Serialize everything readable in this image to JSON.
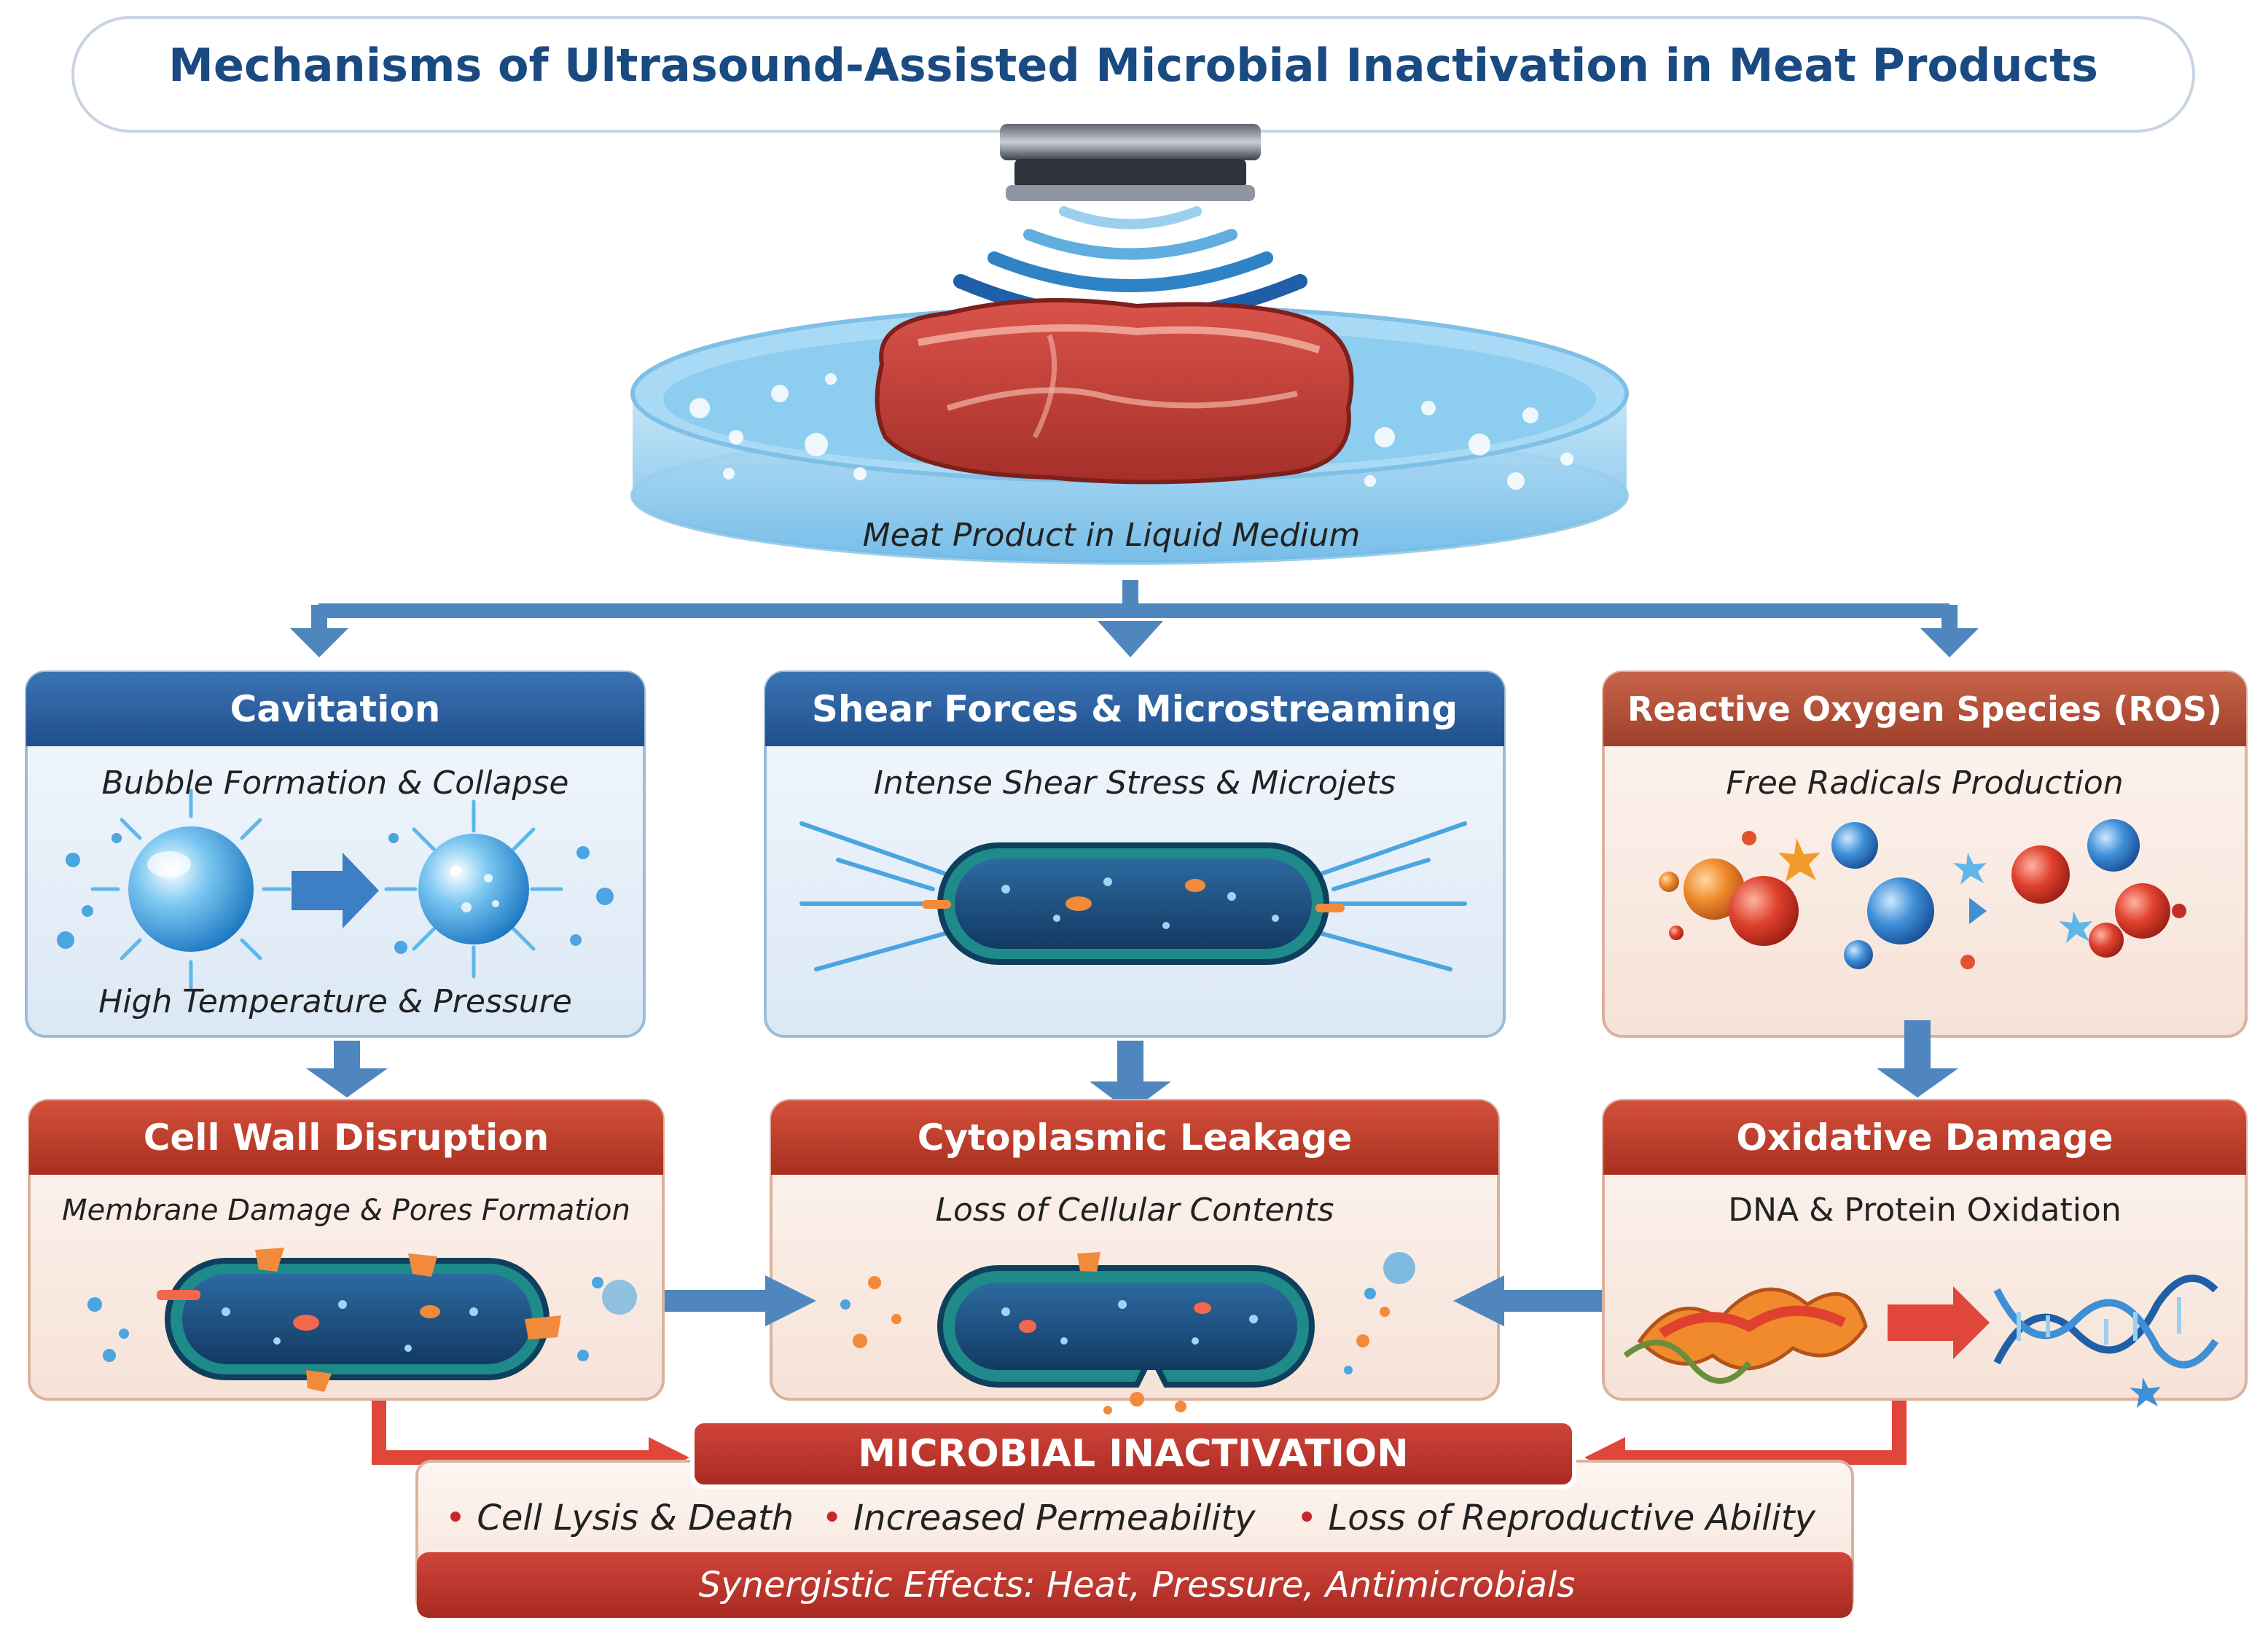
{
  "title": "Mechanisms of Ultrasound-Assisted Microbial Inactivation in Meat Products",
  "medium_label": "Meat Product in Liquid Medium",
  "mechanisms": [
    {
      "title": "Cavitation",
      "subtitle": "Bubble Formation & Collapse",
      "footer": "High Temperature & Pressure"
    },
    {
      "title": "Shear Forces & Microstreaming",
      "subtitle": "Intense Shear Stress & Microjets"
    },
    {
      "title": "Reactive Oxygen Species (ROS)",
      "subtitle": "Free Radicals Production"
    }
  ],
  "effects": [
    {
      "title": "Cell Wall Disruption",
      "subtitle": "Membrane Damage & Pores Formation"
    },
    {
      "title": "Cytoplasmic Leakage",
      "subtitle": "Loss of Cellular Contents"
    },
    {
      "title": "Oxidative Damage",
      "subtitle": "DNA & Protein Oxidation"
    }
  ],
  "inactivation": {
    "title": "MICROBIAL INACTIVATION",
    "bullets": [
      "Cell Lysis & Death",
      "Increased Permeability",
      "Loss of Reproductive Ability"
    ],
    "bullet_marker": "•",
    "synergy": "Synergistic Effects: Heat, Pressure, Antimicrobials"
  },
  "colors": {
    "title_blue": "#1a4a82",
    "header_blue": "#2a5f9e",
    "header_red": "#b93a2c",
    "header_rust": "#b5523a",
    "arrow_blue": "#4f86be",
    "arrow_red": "#e0463a",
    "panel_blue": "#e8f1fa",
    "panel_peach": "#fbeee6"
  }
}
